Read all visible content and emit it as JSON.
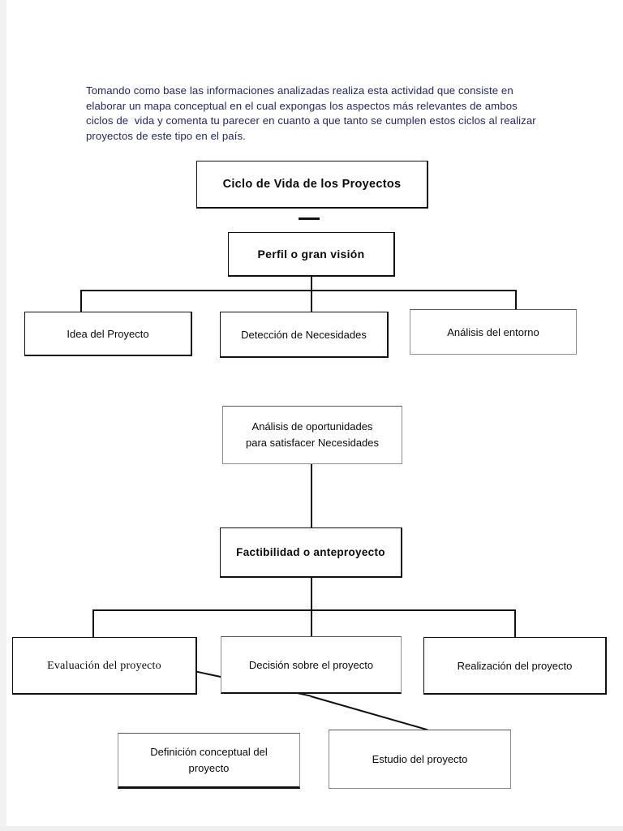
{
  "document": {
    "title": "Mapa conceptual - Ciclo de Vida de los Proyectos",
    "intro_text": "Tomando como base las informaciones analizadas realiza esta actividad que consiste en elaborar un mapa conceptual en el cual expongas los aspectos más relevantes de ambos ciclos de  vida y comenta tu parecer en cuanto a que tanto se cumplen estos ciclos al realizar proyectos de este tipo en el país.",
    "intro_color": "#25256b",
    "page_background": "#ffffff",
    "line_color": "#111111",
    "text_color": "#0b0b0b"
  },
  "diagram": {
    "type": "concept-map",
    "nodes": [
      {
        "id": "root",
        "label": "Ciclo de Vida de los Proyectos",
        "level": 0
      },
      {
        "id": "perfil",
        "label": "Perfil o gran visión",
        "level": 1
      },
      {
        "id": "idea",
        "label": "Idea del Proyecto",
        "level": 2
      },
      {
        "id": "deteccion",
        "label": "Detección de Necesidades",
        "level": 2
      },
      {
        "id": "entorno",
        "label": "Análisis del entorno",
        "level": 2
      },
      {
        "id": "oportunidades",
        "label": "Análisis de oportunidades\npara satisfacer Necesidades",
        "level": 3
      },
      {
        "id": "factibilidad",
        "label": "Factibilidad o anteproyecto",
        "level": 4
      },
      {
        "id": "evaluacion",
        "label": "Evaluación del proyecto",
        "level": 5
      },
      {
        "id": "decision",
        "label": "Decisión sobre el proyecto",
        "level": 5
      },
      {
        "id": "realizacion",
        "label": "Realización del proyecto",
        "level": 5
      },
      {
        "id": "definicion",
        "label": "Definición conceptual del\nproyecto",
        "level": 6
      },
      {
        "id": "estudio",
        "label": "Estudio del proyecto",
        "level": 6
      }
    ],
    "edges": [
      {
        "from": "root",
        "to": "perfil"
      },
      {
        "from": "perfil",
        "to": "idea"
      },
      {
        "from": "perfil",
        "to": "deteccion"
      },
      {
        "from": "perfil",
        "to": "entorno"
      },
      {
        "from": "deteccion",
        "to": "oportunidades"
      },
      {
        "from": "oportunidades",
        "to": "factibilidad"
      },
      {
        "from": "factibilidad",
        "to": "evaluacion"
      },
      {
        "from": "factibilidad",
        "to": "decision"
      },
      {
        "from": "factibilidad",
        "to": "realizacion"
      },
      {
        "from": "decision",
        "to": "definicion"
      },
      {
        "from": "decision",
        "to": "estudio"
      }
    ]
  }
}
